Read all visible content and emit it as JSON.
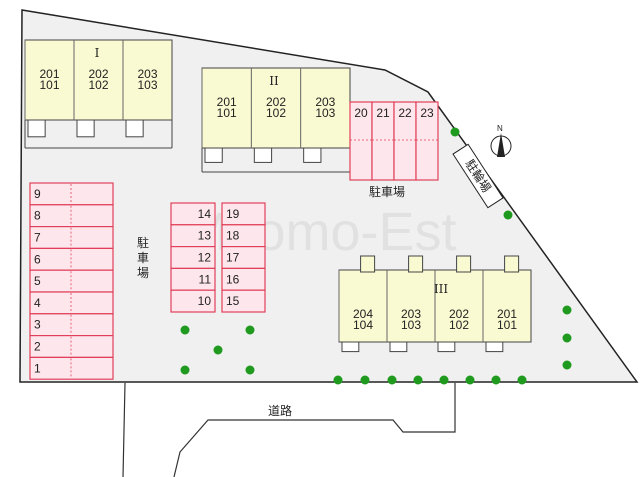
{
  "watermark": "Mitomo-Est",
  "colors": {
    "lot": "#f0f0f0",
    "building": "#fafad2",
    "parking_fill": "#fde6ec",
    "parking_stroke": "#e0405a",
    "tree": "#1f9a1f"
  },
  "buildings": [
    {
      "name": "I",
      "units": [
        {
          "top": "201",
          "bottom": "101"
        },
        {
          "top": "202",
          "bottom": "102"
        },
        {
          "top": "203",
          "bottom": "103"
        }
      ]
    },
    {
      "name": "II",
      "units": [
        {
          "top": "201",
          "bottom": "101"
        },
        {
          "top": "202",
          "bottom": "102"
        },
        {
          "top": "203",
          "bottom": "103"
        }
      ]
    },
    {
      "name": "III",
      "units": [
        {
          "top": "204",
          "bottom": "104"
        },
        {
          "top": "203",
          "bottom": "103"
        },
        {
          "top": "202",
          "bottom": "102"
        },
        {
          "top": "201",
          "bottom": "101"
        }
      ]
    }
  ],
  "parking": {
    "left_column": [
      "9",
      "8",
      "7",
      "6",
      "5",
      "4",
      "3",
      "2",
      "1"
    ],
    "middle_column_a": [
      "14",
      "13",
      "12",
      "11",
      "10"
    ],
    "middle_column_b": [
      "19",
      "18",
      "17",
      "16",
      "15"
    ],
    "top_right_row": [
      "20",
      "21",
      "22",
      "23"
    ]
  },
  "labels": {
    "parking_top": "駐車場",
    "parking_middle": "駐車場",
    "bike_parking": "駐輪場",
    "road": "道路",
    "north": "N"
  }
}
